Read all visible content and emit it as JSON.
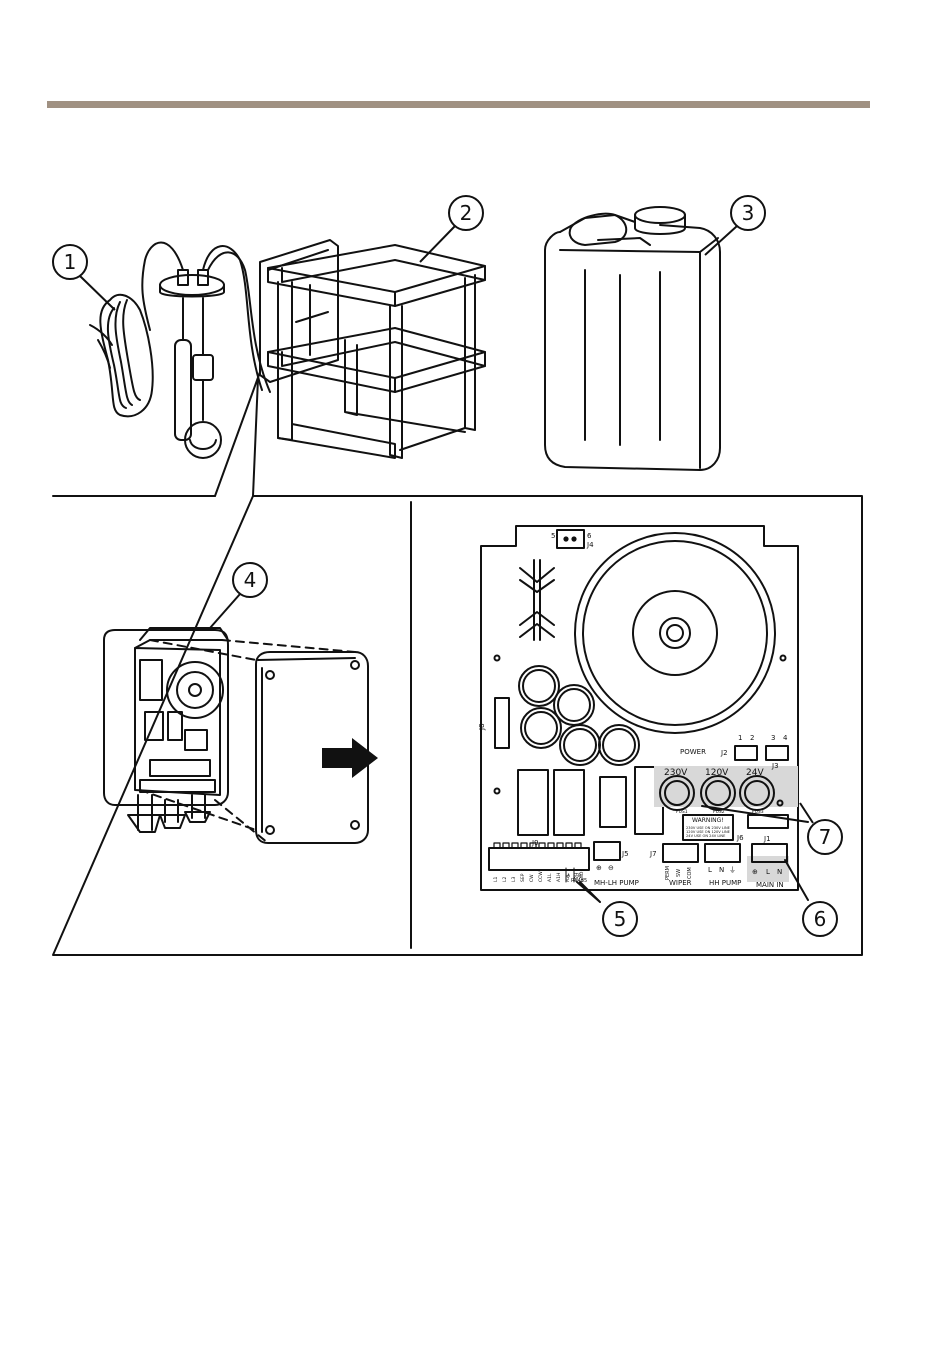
{
  "colors": {
    "top_bar": "#a09182",
    "line": "#111111",
    "highlight": "#d8d8d8"
  },
  "callouts": [
    "1",
    "2",
    "3",
    "4",
    "5",
    "6",
    "7"
  ],
  "board": {
    "j4": {
      "name": "J4",
      "pin_a": "5",
      "pin_b": "6"
    },
    "j8": "J8",
    "j9": "J9",
    "power": "POWER",
    "j2": {
      "name": "J2",
      "pin_a": "1",
      "pin_b": "2"
    },
    "j3": {
      "name": "J3",
      "pin_a": "3",
      "pin_b": "4"
    },
    "voltages": [
      "230V",
      "120V",
      "24V"
    ],
    "fuses": [
      "FUS1",
      "FUS2",
      "FUS3"
    ],
    "warning_title": "WARNING!",
    "warning_lines": [
      "230V USE ON 230V LINE",
      "120V USE ON 120V LINE",
      "24V USE ON 24V LINE"
    ],
    "j5": "J5",
    "j7": "J7",
    "j6": "J6",
    "j1": "J1",
    "j9_pins": [
      "L1",
      "L2",
      "L3",
      "SEP",
      "CW",
      "CCW",
      "A1L",
      "A1H",
      "A2L",
      "A2H",
      "GND",
      "A",
      "B"
    ],
    "rs485": "RS485",
    "mh_pump": "MH-LH PUMP",
    "wiper": "WIPER",
    "wiper_pins": [
      "PERM",
      "SW",
      "COM"
    ],
    "hh_pump": "HH PUMP",
    "hh_pins": [
      "L",
      "N",
      "⏚"
    ],
    "main_in": "MAIN IN",
    "main_pins": [
      "⊕",
      "L",
      "N"
    ],
    "j5_pins": [
      "⊕",
      "⊖"
    ]
  }
}
